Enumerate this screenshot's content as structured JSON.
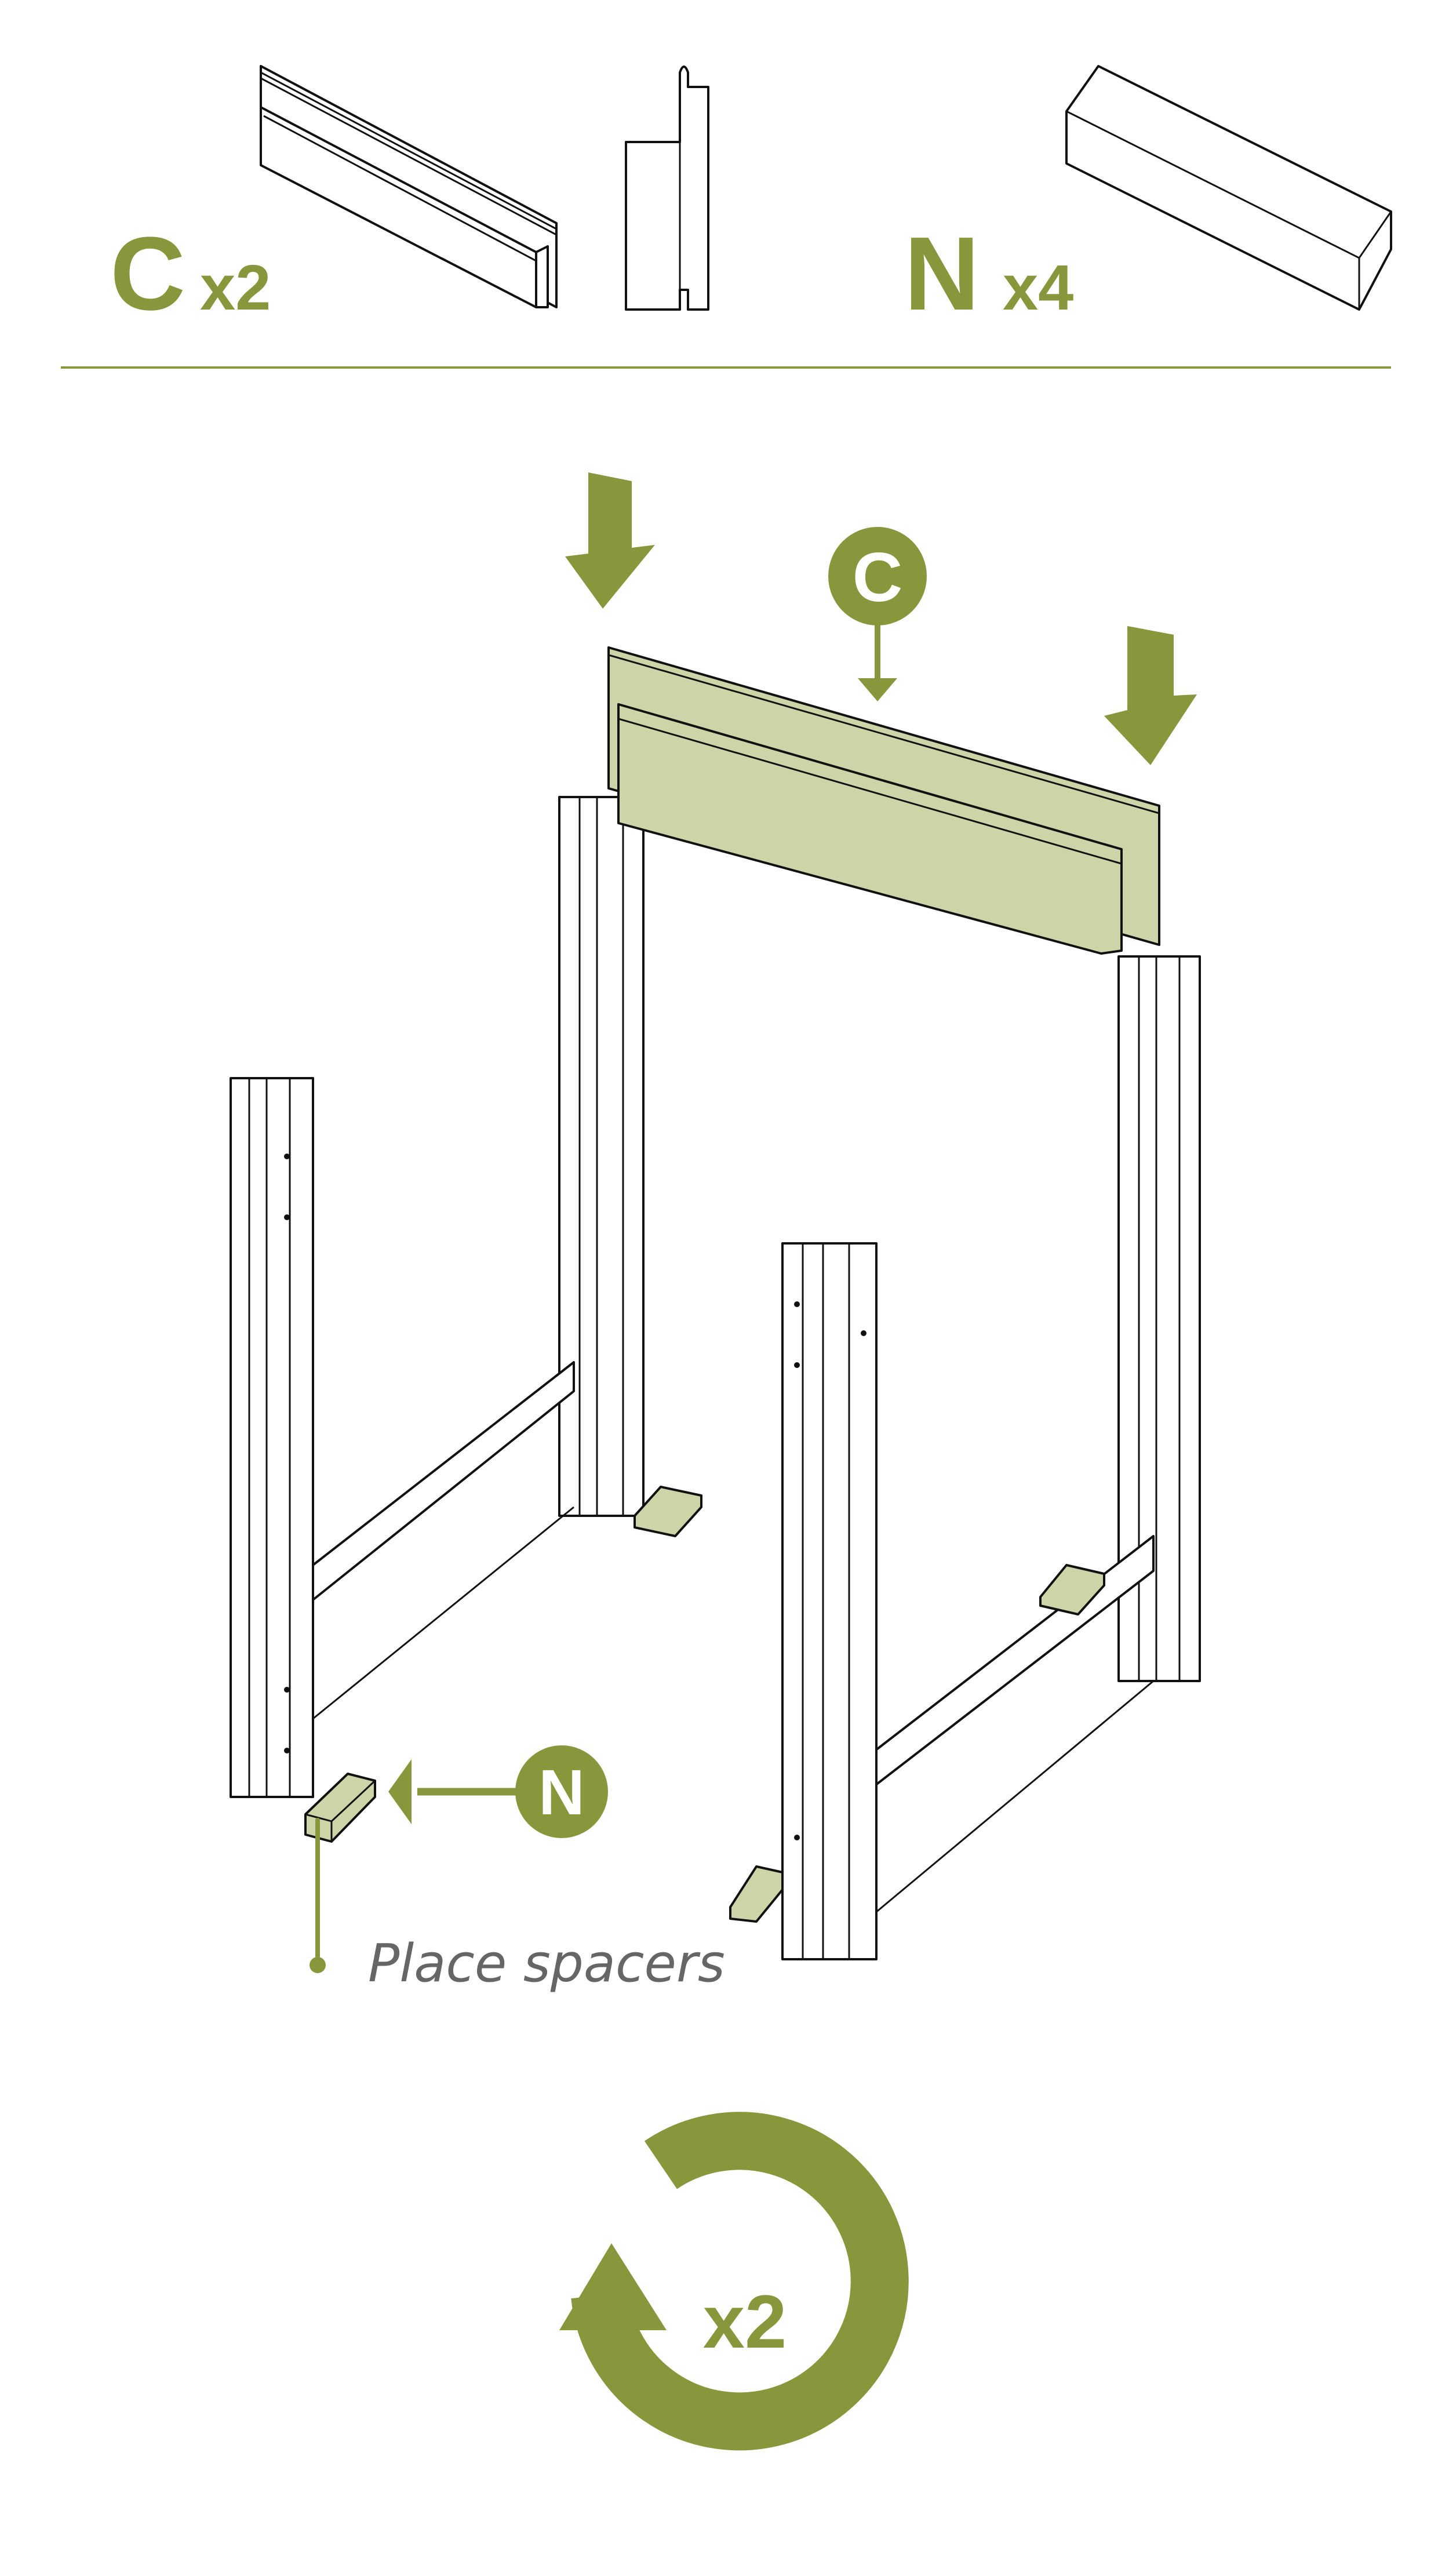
{
  "parts": [
    {
      "letter": "C",
      "quantity": "x2"
    },
    {
      "letter": "N",
      "quantity": "x4"
    }
  ],
  "callouts": {
    "panel": "C",
    "spacer": "N"
  },
  "instruction": "Place spacers",
  "repeat": "x2",
  "colors": {
    "accent": "#88963c",
    "part_fill": "#cdd4a8",
    "note_text": "#666666"
  }
}
